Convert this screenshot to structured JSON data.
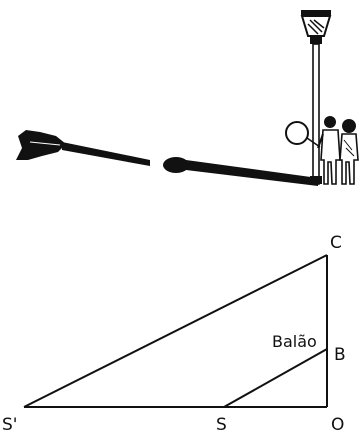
{
  "figure": {
    "labels": {
      "c": "C",
      "b": "B",
      "o": "O",
      "s": "S",
      "s_prime": "S'",
      "balloon": "Balão"
    }
  }
}
